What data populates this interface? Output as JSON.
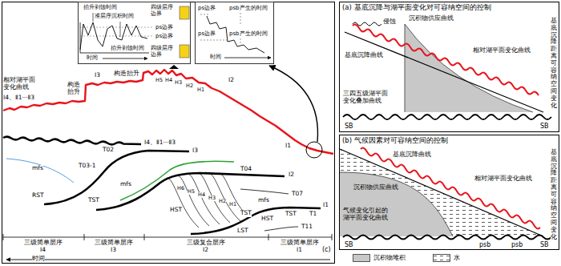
{
  "diagram": {
    "nodes": [
      {
        "text": [
          "(c)"
        ]
      },
      {
        "text": [
          "抬升剥蚀时间",
          "准层序沉积时间",
          "四级层序边界",
          "ps边界",
          "ps边界",
          "抬升剥蚀时间",
          "四级层序边界",
          "时间"
        ],
        "in": 0
      },
      {
        "text": [
          "ps边界",
          "psb产生的时间",
          "ps边界",
          "psb产生的时间",
          "时间"
        ],
        "in": 0
      },
      {
        "text": [
          "(a) 基底沉降与湖平面变化对可容纳空间的控制"
        ]
      },
      {
        "text": [
          "(b) 气候因素对可容纳空间的控制"
        ]
      }
    ],
    "labels": [
      "相对湖平面变化曲线",
      "Ⅰ4、Ⅱ1···Ⅱ3",
      "构造抬升",
      "Ⅰ3",
      "构造抬升",
      "H5",
      "H4",
      "H3",
      "H2",
      "H1",
      "Ⅰ2",
      "Ⅰ1",
      "T02",
      "Ⅰ4、Ⅱ1···Ⅱ3",
      "T03-1",
      "Ⅰ3",
      "T04",
      "Ⅰ2",
      "T07",
      "T1",
      "Ⅰ1",
      "T11",
      "mfs",
      "RST",
      "TST",
      "mfs",
      "H6",
      "H5",
      "H4",
      "H3",
      "H2",
      "H1",
      "HST",
      "TST",
      "mfs",
      "HST",
      "TST",
      "LST",
      "三级简单层序",
      "三级简单层序",
      "三级复合层序",
      "三级简单层序",
      "Ⅰ4",
      "Ⅰ3",
      "Ⅰ2",
      "Ⅰ1",
      "时间",
      "侵蚀",
      "沉积物供应曲线",
      "基底沉降曲线",
      "相对湖平面变化曲线",
      "三四五级湖平面变化叠加曲线",
      "SB",
      "SB",
      "基底沉降距离可容纳空间变化",
      "基底沉降曲线",
      "相对湖平面变化曲线",
      "沉积物供应曲线",
      "气候变化引起的湖平面变化曲线",
      "SB",
      "psb",
      "psb",
      "SB",
      "基底沉降距离可容纳空间变化"
    ],
    "legend": [
      {
        "text": "沉积物堆积",
        "color": "#c8c8c8"
      },
      {
        "text": "水"
      }
    ]
  }
}
